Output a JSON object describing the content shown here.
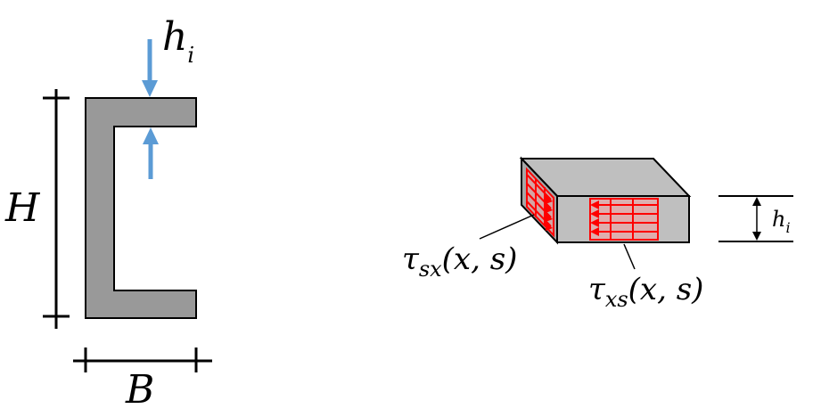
{
  "colors": {
    "section_fill": "#999999",
    "section_stroke": "#000000",
    "arrow_blue": "#5b9bd5",
    "block_top": "#bfbfbf",
    "block_side": "#a6a6a6",
    "stress_red": "#ff0000",
    "stress_fill": "#f4a3a3"
  },
  "labels": {
    "h_main": "h",
    "h_sub": "i",
    "H": "H",
    "B": "B",
    "tau_sx_main": "τ",
    "tau_sx_sub": "sx",
    "tau_sx_args": "(x, s)",
    "tau_xs_main": "τ",
    "tau_xs_sub": "xs",
    "tau_xs_args": "(x, s)",
    "hi_small_main": "h",
    "hi_small_sub": "i"
  }
}
